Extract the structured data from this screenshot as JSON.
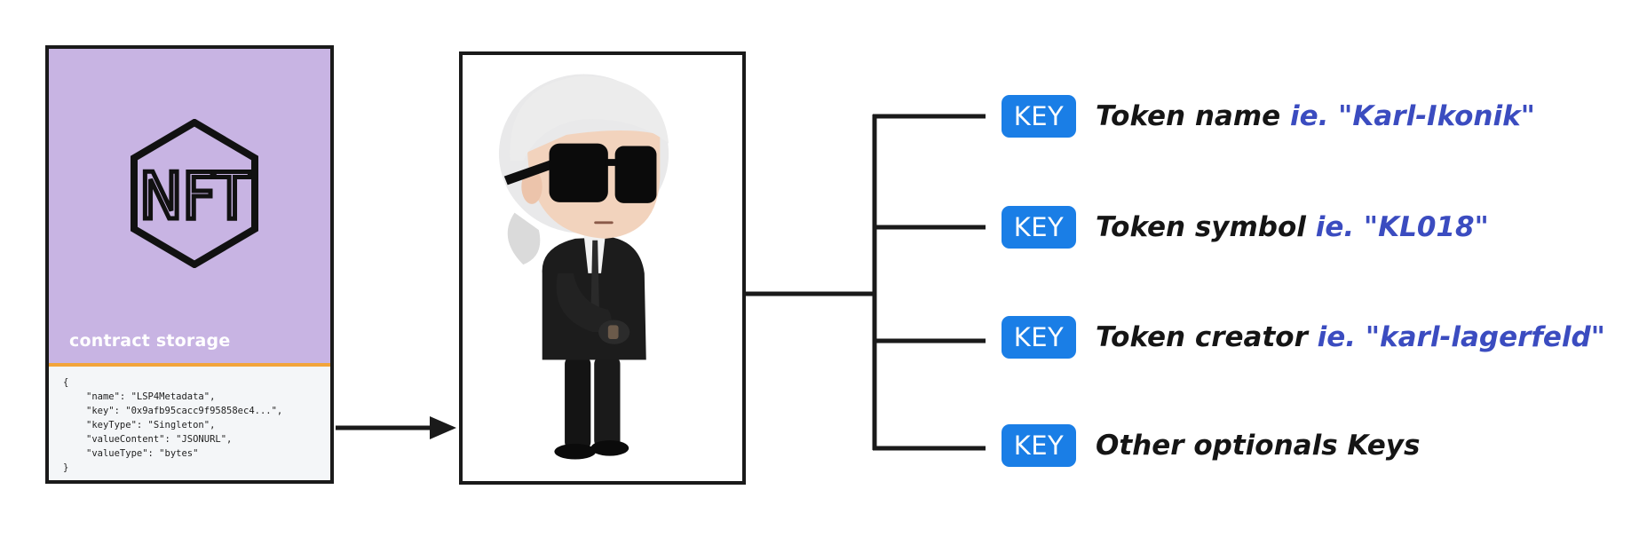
{
  "nft_card": {
    "logo_text": "NFT",
    "storage_label": "contract storage",
    "code_lines": [
      "{",
      "\"name\": \"LSP4Metadata\",",
      "\"key\": \"0x9afb95cacc9f95858ec4...\",",
      "\"keyType\": \"Singleton\",",
      "\"valueContent\": \"JSONURL\",",
      "\"valueType\": \"bytes\"",
      "}"
    ]
  },
  "keys": [
    {
      "badge": "KEY",
      "label": "Token name",
      "example": " ie. \"Karl-Ikonik\""
    },
    {
      "badge": "KEY",
      "label": "Token symbol",
      "example": " ie. \"KL018\""
    },
    {
      "badge": "KEY",
      "label": "Token creator",
      "example": " ie. \"karl-lagerfeld\""
    },
    {
      "badge": "KEY",
      "label": "Other optionals Keys",
      "example": ""
    }
  ],
  "colors": {
    "card_purple": "#c8b4e3",
    "divider_orange": "#f2a43a",
    "key_blue": "#1a7ee6",
    "example_blue": "#3b4cc0",
    "line_black": "#1a1a1a"
  }
}
